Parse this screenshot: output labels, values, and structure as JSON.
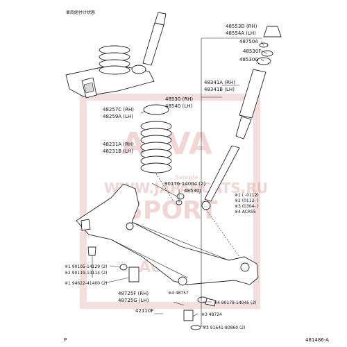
{
  "header": {
    "caption": "車両組付け状態"
  },
  "watermark": {
    "url": "WWW.JAPANCATS.RU",
    "brand_top": "ASVA",
    "brand_mid": "SPORT",
    "brand_bottom": "AUTO",
    "stamp": "Sample"
  },
  "labels": {
    "l48553D": "48553D (RH)",
    "l48554A": "48554A (LH)",
    "l48750A": "48750A",
    "l48530F": "48530F",
    "l48530G": "48530G",
    "l48341A": "48341A (RH)",
    "l48341B": "48341B (LH)",
    "l48530": "48530 (RH)",
    "l48540": "48540 (LH)",
    "l48257C": "48257C (RH)",
    "l48259A": "48259A (LH)",
    "l48231A": "48231A (RH)",
    "l48231B": "48231B (LH)",
    "l90176": "90176-14004 (2)",
    "l48530J": "48530J",
    "v1": "※1 (      -0112)",
    "v2": "※2 (0112-      )",
    "v3": "※3 (0304-      )",
    "v4": "※4  ACR55",
    "l90105": "※1  90105-14129 (2)",
    "l90119a": "※2  90119-14114 (2)",
    "l94622": "※1  94622-41400 (2)",
    "l48725F": "48725F (RH)",
    "l48725G": "48725G (LH)",
    "l42110F": "42110F",
    "l48757": "※4  48757",
    "l90179": "※4  90179-14045 (2)",
    "l48724": "※3  48724",
    "l91641": "※3  91641-80860 (2)",
    "footer_left": "P",
    "footer_right": "481486-A"
  },
  "colors": {
    "line": "#222222",
    "watermark": "#c94a4a"
  }
}
